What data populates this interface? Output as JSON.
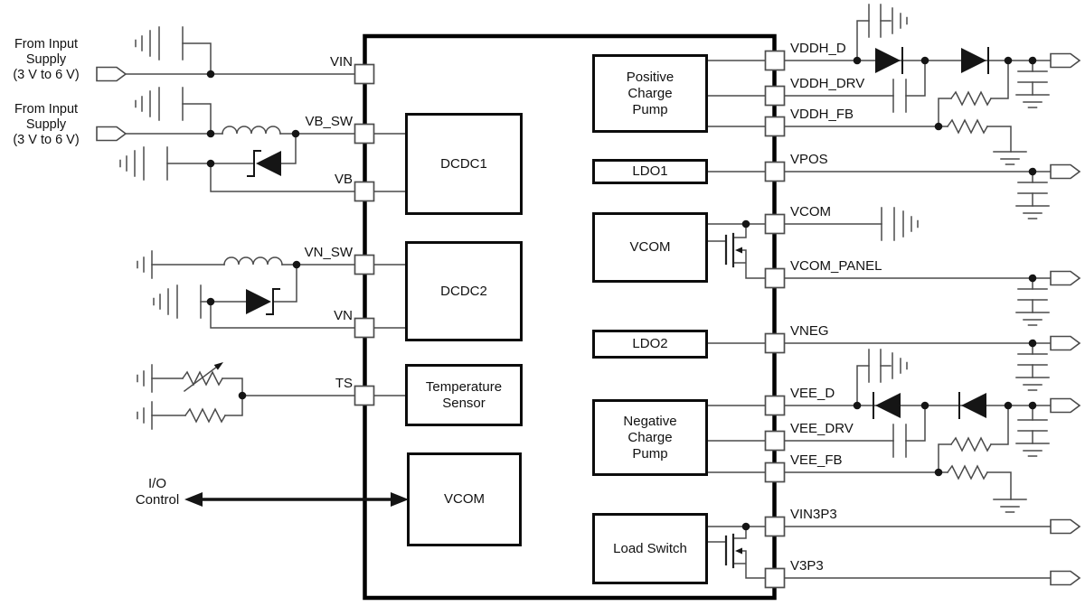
{
  "colors": {
    "line": "#4a4a4a",
    "bold_outline": "#000000",
    "fill": "#151515",
    "background": "#ffffff"
  },
  "inputs": [
    {
      "lines": [
        "From Input",
        "Supply",
        "(3 V to 6 V)"
      ]
    },
    {
      "lines": [
        "From Input",
        "Supply",
        "(3 V to 6 V)"
      ]
    }
  ],
  "io_control": {
    "lines": [
      "I/O",
      "Control"
    ]
  },
  "chip": {
    "left_pins": [
      "VIN",
      "VB_SW",
      "VB",
      "VN_SW",
      "VN",
      "TS"
    ],
    "right_pins": [
      "VDDH_D",
      "VDDH_DRV",
      "VDDH_FB",
      "VPOS",
      "VCOM",
      "VCOM_PANEL",
      "VNEG",
      "VEE_D",
      "VEE_DRV",
      "VEE_FB",
      "VIN3P3",
      "V3P3"
    ],
    "left_blocks": [
      {
        "lines": [
          "DCDC1"
        ]
      },
      {
        "lines": [
          "DCDC2"
        ]
      },
      {
        "lines": [
          "Temperature",
          "Sensor"
        ]
      },
      {
        "lines": [
          "VCOM"
        ]
      }
    ],
    "right_blocks": [
      {
        "lines": [
          "Positive",
          "Charge",
          "Pump"
        ]
      },
      {
        "lines": [
          "LDO1"
        ]
      },
      {
        "lines": [
          "VCOM"
        ]
      },
      {
        "lines": [
          "LDO2"
        ]
      },
      {
        "lines": [
          "Negative",
          "Charge",
          "Pump"
        ]
      },
      {
        "lines": [
          "Load Switch"
        ]
      }
    ]
  }
}
